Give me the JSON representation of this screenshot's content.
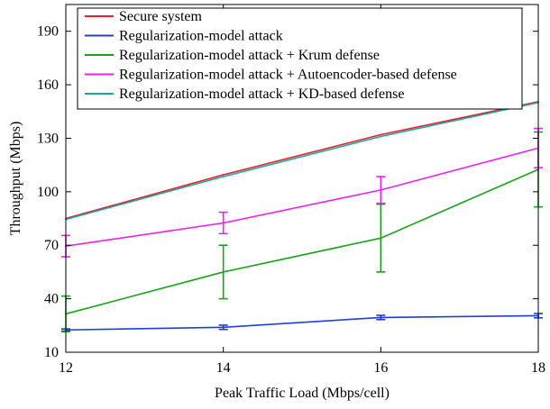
{
  "chart_data": {
    "type": "line",
    "title": "",
    "xlabel": "Peak Traffic Load (Mbps/cell)",
    "ylabel": "Throughput (Mbps)",
    "x": [
      12,
      14,
      16,
      18
    ],
    "xlim": [
      12,
      18
    ],
    "ylim": [
      10,
      205
    ],
    "xticks": [
      12,
      14,
      16,
      18
    ],
    "yticks": [
      10,
      40,
      70,
      100,
      130,
      160,
      190
    ],
    "grid": false,
    "legend_position": "top-left",
    "series": [
      {
        "name": "Secure system",
        "color": "#e8202a",
        "values": [
          85,
          109.5,
          132,
          150.5
        ],
        "errors": null
      },
      {
        "name": "Regularization-model attack",
        "color": "#1f3fd6",
        "values": [
          22.5,
          24,
          29.5,
          30.5
        ],
        "errors": [
          0.6,
          1.2,
          1.2,
          1.2
        ]
      },
      {
        "name": "Regularization-model attack + Krum defense",
        "color": "#1aa31a",
        "values": [
          31.5,
          55,
          74,
          112.5
        ],
        "errors": [
          10,
          15,
          19,
          21
        ]
      },
      {
        "name": "Regularization-model attack + Autoencoder-based defense",
        "color": "#f21ff2",
        "values": [
          69.5,
          82.5,
          101,
          124.5
        ],
        "errors": [
          6,
          6,
          7.5,
          11
        ]
      },
      {
        "name": "Regularization-model attack + KD-based defense",
        "color": "#1aa6a6",
        "values": [
          84.5,
          108.5,
          131,
          150
        ],
        "errors": null
      }
    ]
  }
}
